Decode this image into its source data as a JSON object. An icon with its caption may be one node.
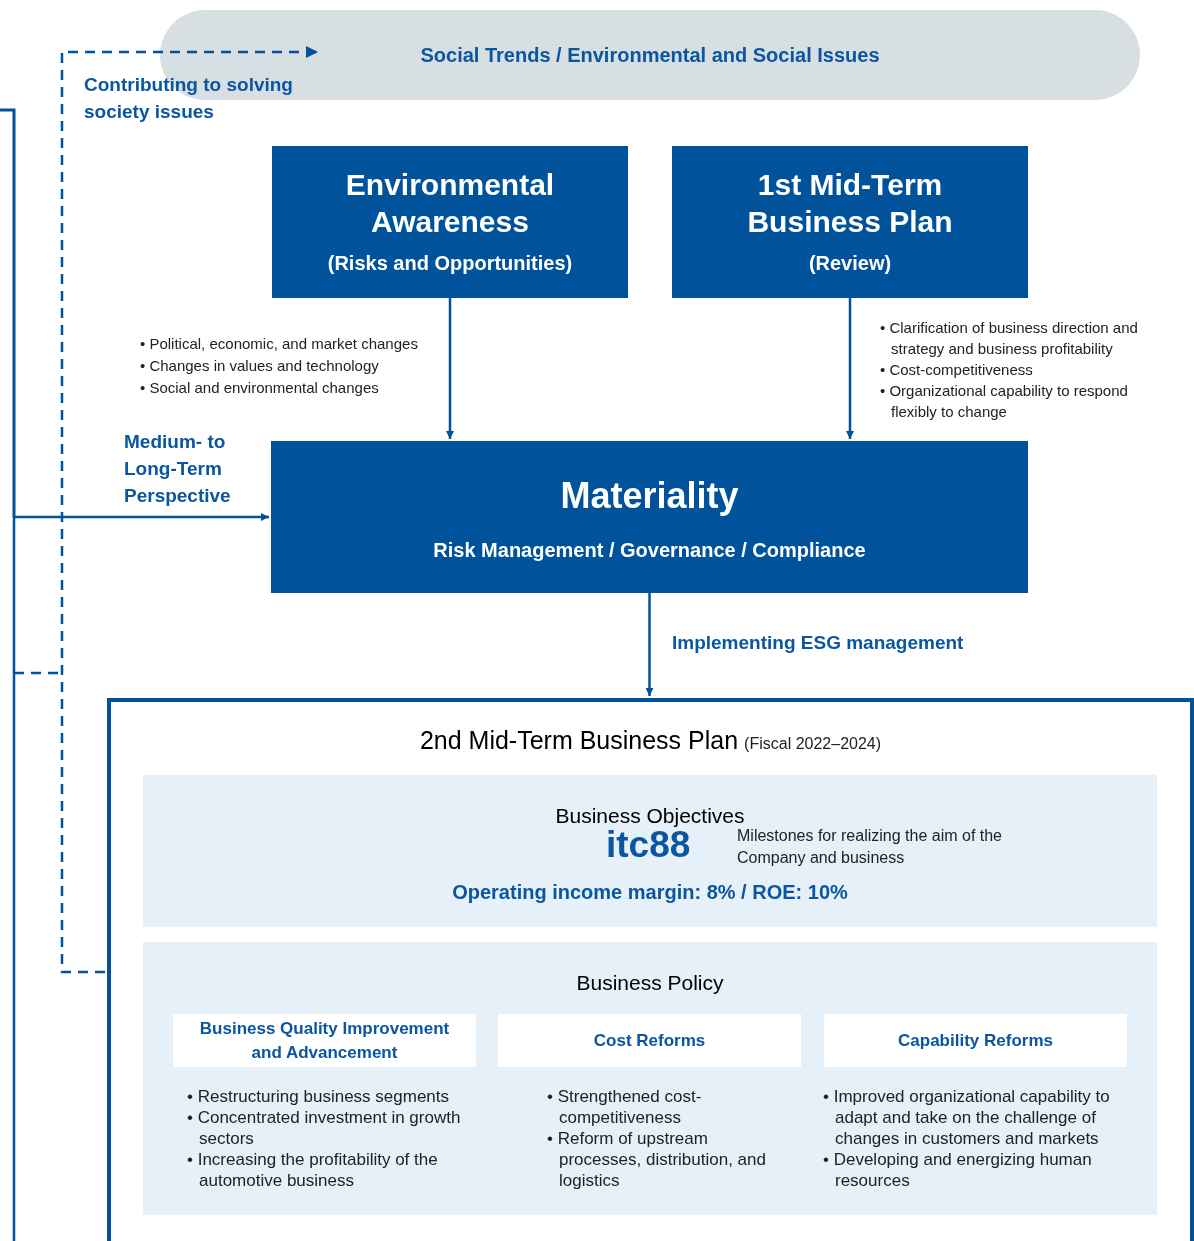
{
  "diagram": {
    "nodes": [
      {
        "text": [
          "Social Trends / Environmental and Social Issues"
        ]
      },
      {
        "text": [
          "Environmental Awareness",
          "(Risks and Opportunities)"
        ]
      },
      {
        "text": [
          "1st Mid-Term Business Plan",
          "(Review)"
        ]
      },
      {
        "text": [
          "Materiality",
          "Risk Management / Governance / Compliance"
        ]
      },
      {
        "text": [
          "2nd Mid-Term Business Plan",
          "(Fiscal 2022–2024)"
        ]
      },
      {
        "text": [
          "Business Objectives",
          "itc88",
          "Milestones for realizing the aim of the Company and business",
          "Operating income margin: 8% / ROE: 10%"
        ],
        "in": 4
      },
      {
        "text": [
          "Business Policy"
        ],
        "in": 4
      },
      {
        "text": [
          "Business Quality Improvement and Advancement"
        ],
        "in": 6,
        "beside": [
          "• Restructuring business segments",
          "• Concentrated investment in growth sectors",
          "• Increasing the profitability of the automotive business"
        ]
      },
      {
        "text": [
          "Cost Reforms"
        ],
        "in": 6,
        "beside": [
          "• Strengthened cost-competitiveness",
          "• Reform of upstream processes, distribution, and logistics"
        ]
      },
      {
        "text": [
          "Capability Reforms"
        ],
        "in": 6,
        "beside": [
          "• Improved organizational capability to adapt and take on the challenge of changes in customers and markets",
          "• Developing and energizing human resources"
        ]
      }
    ],
    "edges": [
      {
        "from": 1,
        "to": 3,
        "arrow": "to"
      },
      {
        "from": 2,
        "to": 3,
        "arrow": "to"
      },
      {
        "from": null,
        "to": 3,
        "arrow": "to",
        "label": "Medium- to Long-Term Perspective"
      },
      {
        "from": 3,
        "to": 4,
        "arrow": "to",
        "label": "Implementing ESG management"
      },
      {
        "from": 4,
        "to": 0,
        "arrow": "to",
        "style": "dashed",
        "label": "Contributing to solving society issues"
      }
    ],
    "labels": [
      "• Political, economic, and market changes",
      "• Changes in values and technology",
      "• Social and environmental changes",
      "• Clarification of business direction and strategy and business profitability",
      "• Cost-competitiveness",
      "• Organizational capability to respond flexibly to change"
    ]
  }
}
